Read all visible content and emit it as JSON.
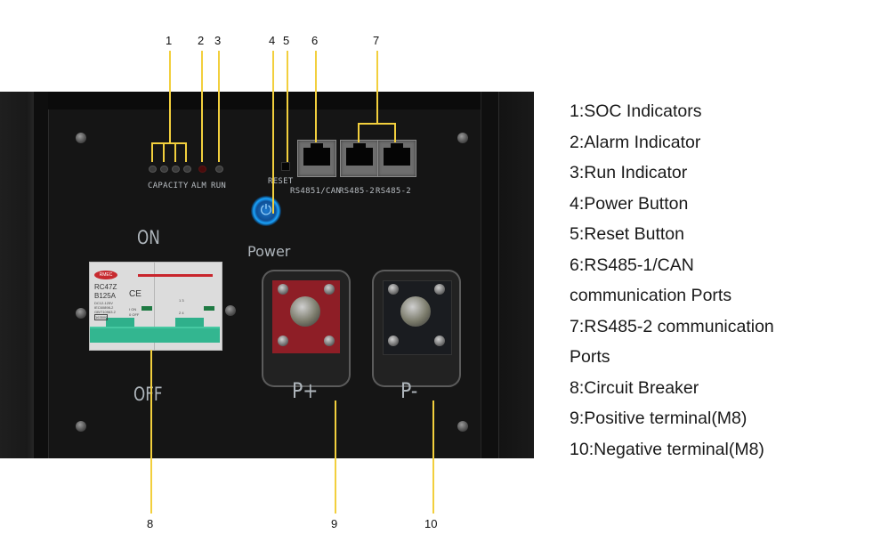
{
  "callout_numbers": [
    "1",
    "2",
    "3",
    "4",
    "5",
    "6",
    "7",
    "8",
    "9",
    "10"
  ],
  "panel": {
    "indicator_labels": {
      "capacity": "CAPACITY",
      "alarm": "ALM",
      "run": "RUN"
    },
    "reset_label": "RESET",
    "port_labels": [
      "RS4851/CAN",
      "RS485-2",
      "RS485-2"
    ],
    "power_label": "Power",
    "breaker_on_label": "ON",
    "breaker_off_label": "OFF",
    "breaker": {
      "brand": "RMEC",
      "model": "RC47Z",
      "rating": "B125A",
      "voltage": "DC12-125V",
      "standard_1": "IEC60898-2",
      "standard_2": "GB/T10963.2",
      "code": "163500",
      "ce_mark": "CE",
      "on_mark": "I ON",
      "off_mark": "0 OFF",
      "pole_top": "1 3",
      "pole_bottom": "2 4"
    },
    "positive_terminal_label": "P+",
    "negative_terminal_label": "P-",
    "colors": {
      "callout_line": "#f2cf3d",
      "positive_cover": "#8e1e26",
      "breaker_handle": "#2fb08b",
      "power_ring": "#1aa5ff"
    }
  },
  "legend": {
    "items": [
      "1:SOC Indicators",
      "2:Alarm Indicator",
      "3:Run Indicator",
      "4:Power Button",
      "5:Reset Button",
      "6:RS485-1/CAN",
      "communication Ports",
      "7:RS485-2 communication",
      "Ports",
      "8:Circuit Breaker",
      "9:Positive terminal(M8)",
      "10:Negative terminal(M8)"
    ]
  }
}
